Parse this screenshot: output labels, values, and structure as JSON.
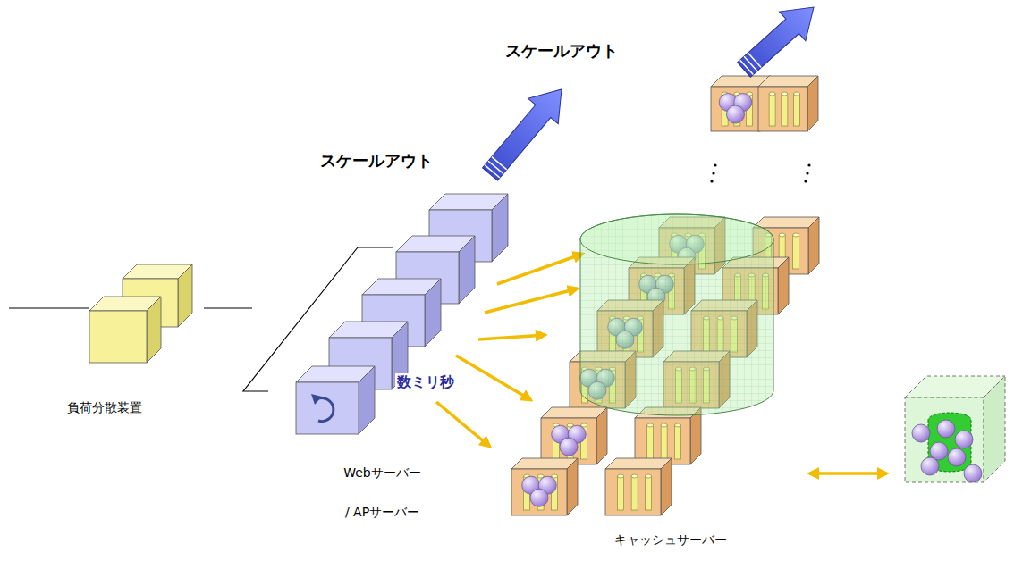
{
  "diagram": {
    "nodes": [
      {
        "text": [
          "負荷分散装置"
        ]
      },
      {
        "text": [
          "Webサーバー / APサーバー"
        ]
      },
      {
        "text": [
          "キャッシュサーバー"
        ]
      }
    ],
    "edges": [
      {
        "from": 1,
        "to": 2,
        "arrow": "to",
        "label": "数ミリ秒"
      }
    ],
    "labels": [
      "スケールアウト",
      "スケールアウト"
    ]
  }
}
